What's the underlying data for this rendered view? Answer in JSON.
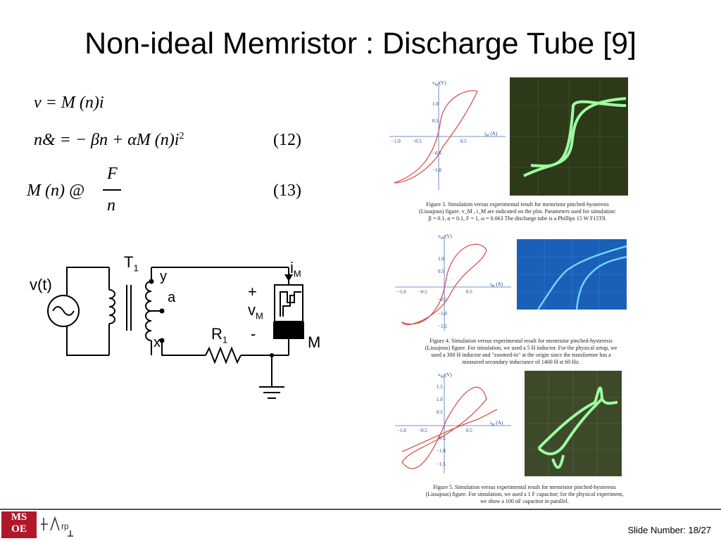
{
  "slide": {
    "title": "Non-ideal Memristor : Discharge Tube [9]",
    "slide_number": "Slide Number: 18/27"
  },
  "equations": {
    "eq1": "v = M (n)i",
    "eq2": "n& = − βn + αM (n)i",
    "eq2_sup": "2",
    "eq2_num": "(12)",
    "eq3_left": "M (n) @",
    "eq3_num": "(13)",
    "frac_num": "F",
    "frac_den": "n"
  },
  "circuit": {
    "source": "v(t)",
    "transformer": "T",
    "transformer_sub": "1",
    "tap_y": "y",
    "tap_a": "a",
    "tap_x": "x",
    "current": "i",
    "current_sub": "M",
    "plus": "+",
    "voltage": "v",
    "voltage_sub": "M",
    "minus": "-",
    "resistor": "R",
    "resistor_sub": "1",
    "device": "M"
  },
  "plots": {
    "vlabel": "v",
    "vsub": "M",
    "vunit": "(V)",
    "ilabel": "i",
    "isub": "M",
    "iunit": "(A)",
    "ticks_x": [
      "−1.0",
      "−0.5",
      "0.5"
    ],
    "ticks_y1": [
      "1.0",
      "0.5",
      "−0.5",
      "−1.0"
    ],
    "ticks_y2": [
      "1.0",
      "0.5",
      "−0.5",
      "−1.0",
      "−1.5"
    ],
    "ticks_y3": [
      "1.5",
      "1.0",
      "0.5",
      "−0.5",
      "−1.0",
      "−1.5"
    ]
  },
  "captions": {
    "fig3_l1": "Figure 3. Simulation versus experimental result for memristor pinched-hysteresis",
    "fig3_l2": "(Lissajous) figure. v_M , i_M  are indicated on the plot.  Parameters used for simulation:",
    "fig3_l3": "β = 0.1, α = 0.1, F = 1, ω = 0.063  The discharge tube is a Phillips 15 W F15T8.",
    "fig4_l1": "Figure 4. Simulation versus experimental result for memristor pinched-hysteresis",
    "fig4_l2": "(Lissajous) figure.  For simulation, we used a 5 H inductor.  For the physical setup, we",
    "fig4_l3": "used a 300 H inductor and \"zoomed-in\" at the origin since the transformer has a",
    "fig4_l4": "measured secondary inductance of 1400 H at 60 Hz.",
    "fig5_l1": "Figure 5. Simulation versus experimental result for memristor pinched-hysteresis",
    "fig5_l2": "(Lissajous) figure.  For simulation, we used a 1 F capacitor; for the physical experiment,",
    "fig5_l3": "we show a 100 nF capacitor in parallel."
  },
  "logos": {
    "msoe_l1": "MS",
    "msoe_l2": "OE",
    "hair_text": "HAIrp"
  },
  "colors": {
    "curve": "#d9534f",
    "scope1_bg": "#2d3a1a",
    "scope2_bg": "#1a5fb8",
    "scope3_bg": "#3d4a2a",
    "trace_green": "#9dffa0",
    "trace_blue": "#6fd6ff",
    "msoe_red": "#b0182a"
  }
}
